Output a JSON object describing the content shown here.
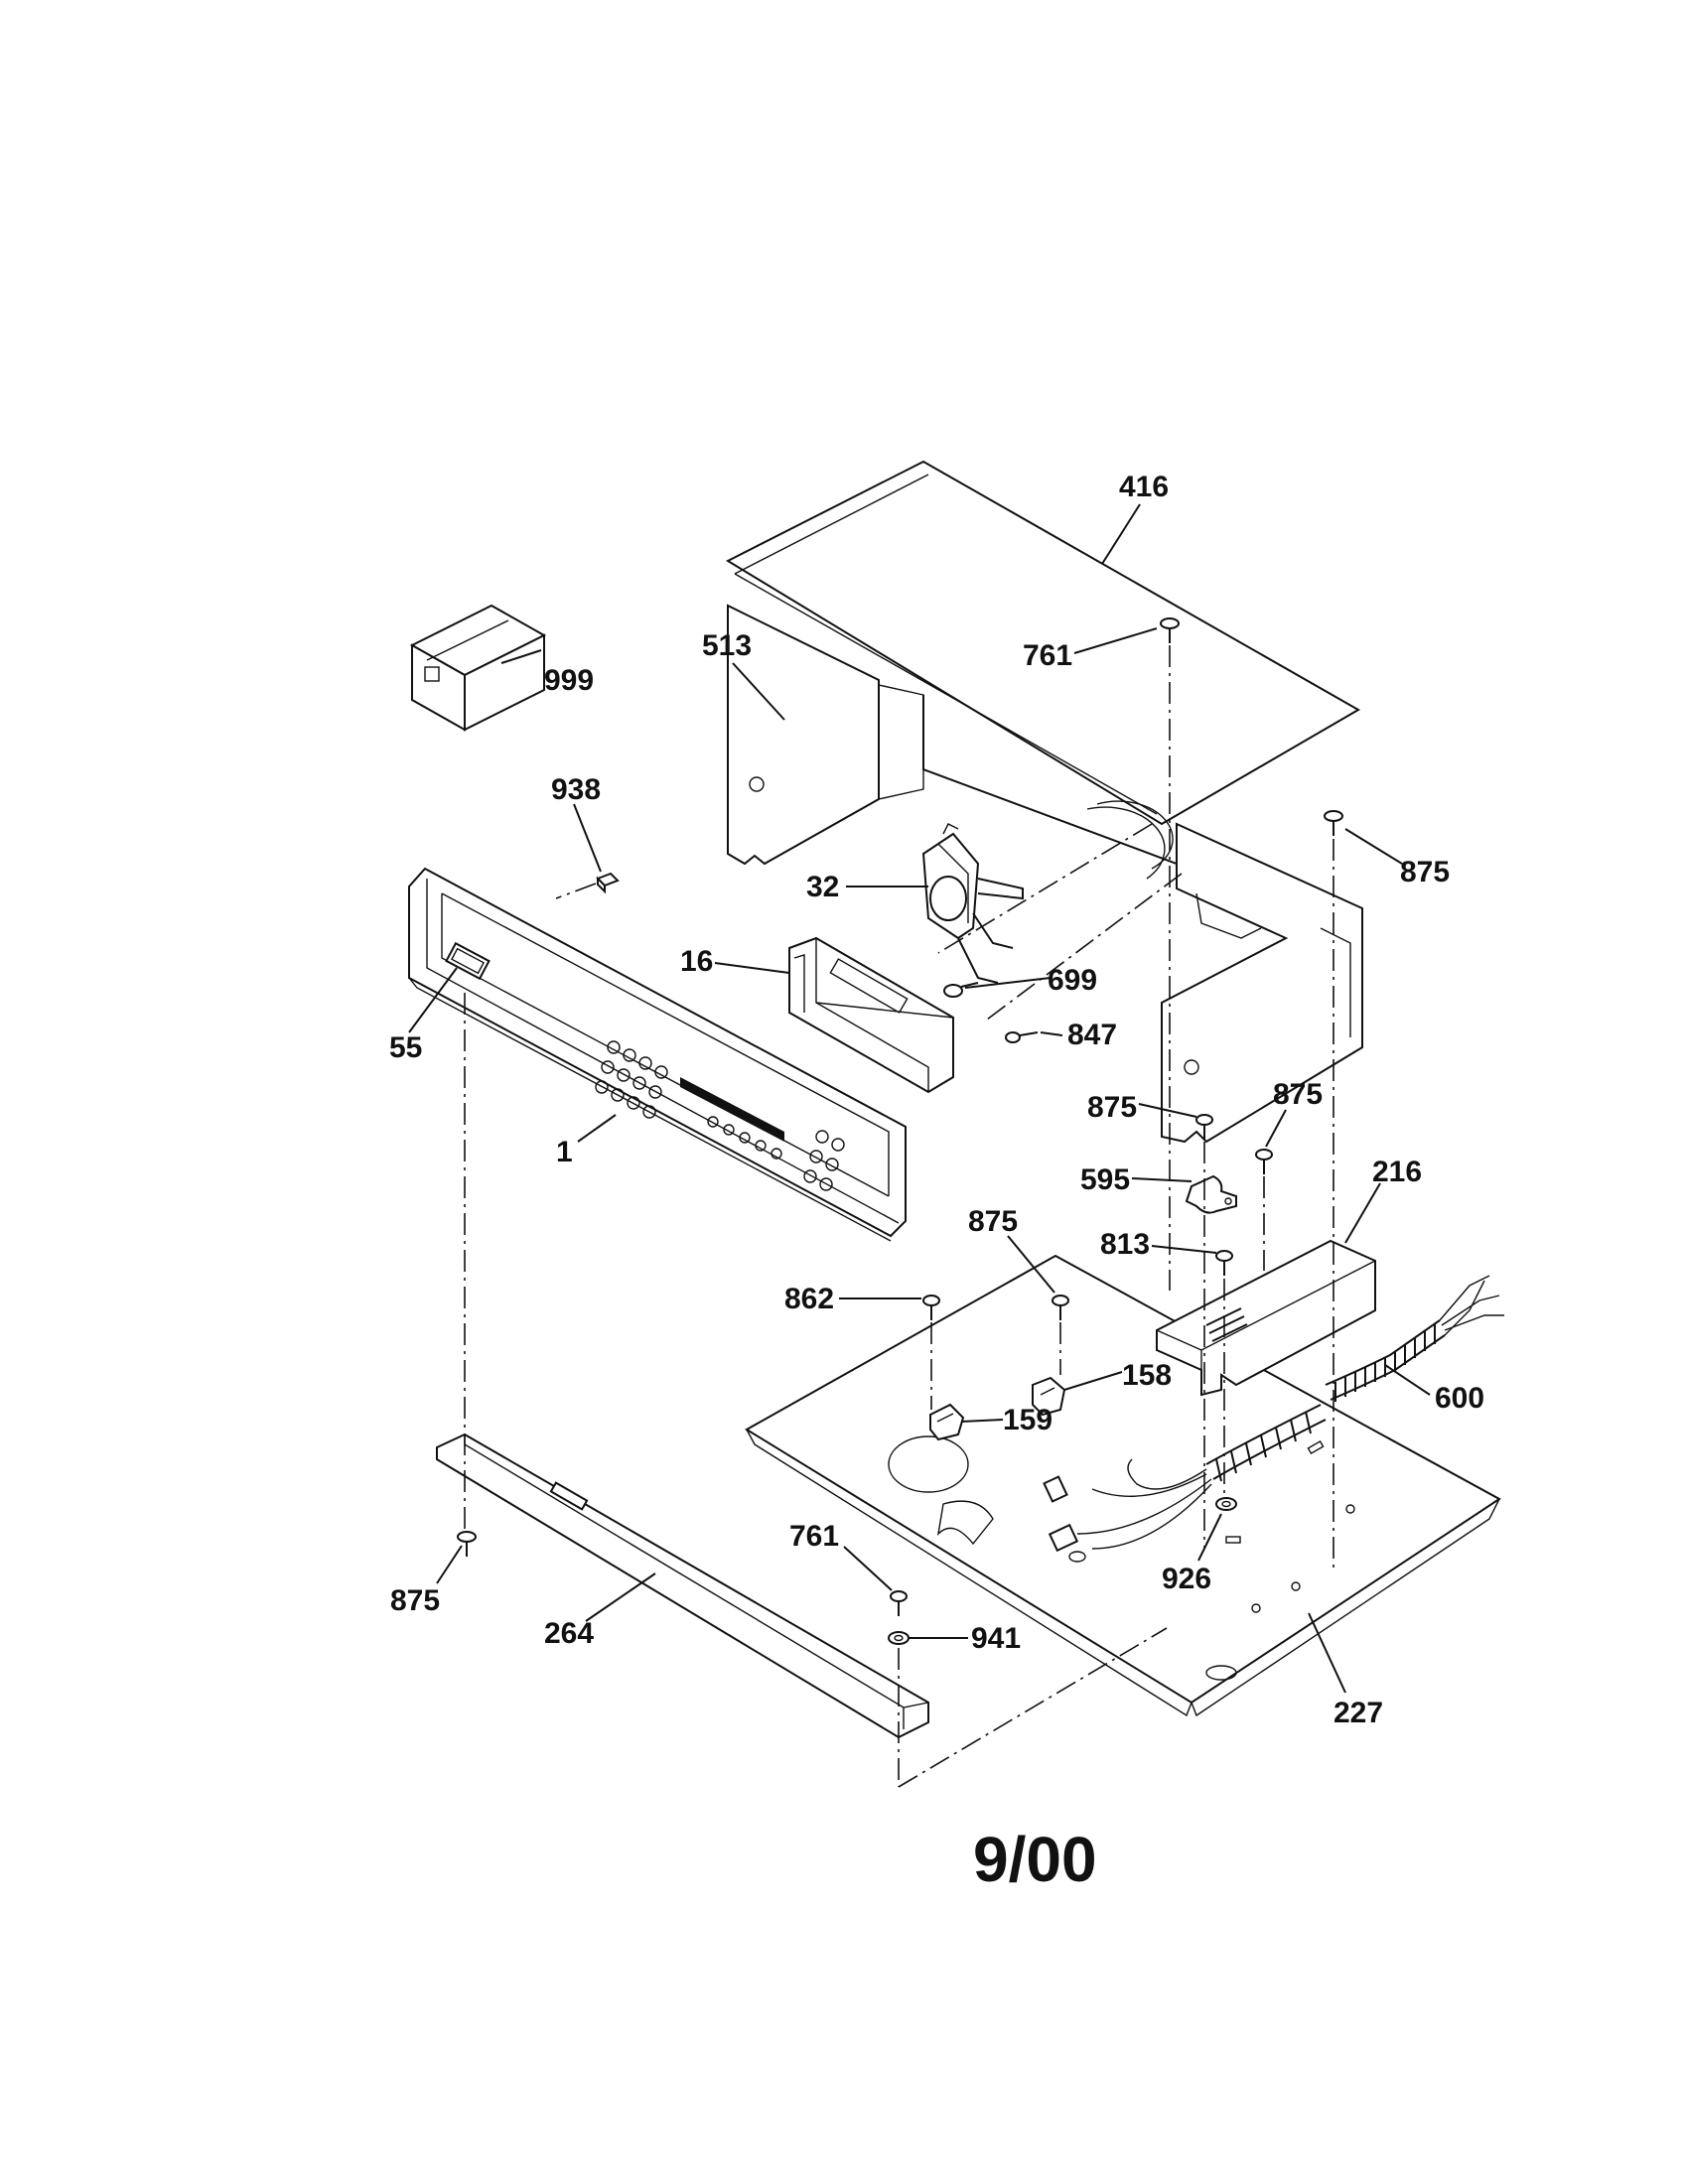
{
  "footer": {
    "date": "9/00"
  },
  "callouts": {
    "p416": "416",
    "p513": "513",
    "p761_top": "761",
    "p999": "999",
    "p938": "938",
    "p875_topright": "875",
    "p32": "32",
    "p699": "699",
    "p16": "16",
    "p847": "847",
    "p55": "55",
    "p1": "1",
    "p875_mid": "875",
    "p875_midright": "875",
    "p216": "216",
    "p595": "595",
    "p875_center": "875",
    "p813": "813",
    "p862": "862",
    "p158": "158",
    "p159": "159",
    "p600": "600",
    "p875_left": "875",
    "p761_bottom": "761",
    "p926": "926",
    "p941": "941",
    "p264": "264",
    "p227": "227"
  }
}
